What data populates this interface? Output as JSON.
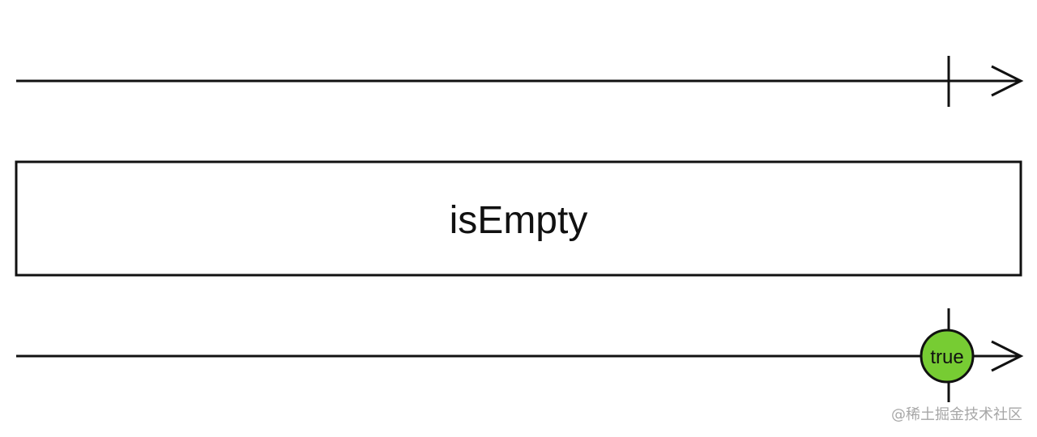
{
  "operator": {
    "name": "isEmpty"
  },
  "input_stream": {
    "emissions": [],
    "completes": true
  },
  "output_stream": {
    "emissions": [
      {
        "value": "true",
        "color": "#77cc33"
      }
    ],
    "completes": true
  },
  "colors": {
    "stroke": "#111111",
    "background": "#ffffff",
    "marble_true": "#77cc33",
    "watermark": "#a7a7a7"
  },
  "watermark": "@稀土掘金技术社区"
}
